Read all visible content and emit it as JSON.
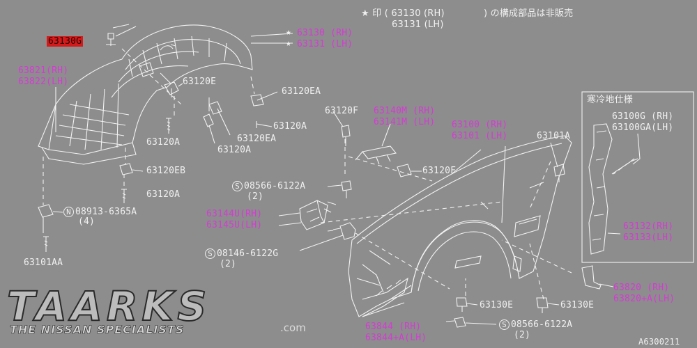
{
  "header_note": {
    "line1": "★ 印 ( 63130 (RH)",
    "line2": "63131 (LH)",
    "line1_tail": ") の構成部品は非販売"
  },
  "labels": {
    "p63130G": "63130G",
    "p63130": "63130 (RH)",
    "p63131": "63131 (LH)",
    "p63821": "63821(RH)",
    "p63822": "63822(LH)",
    "p63120E": "63120E",
    "p63120EA_1": "63120EA",
    "p63120F_1": "63120F",
    "p63140M": "63140M (RH)",
    "p63141M": "63141M (LH)",
    "p63120A_1": "63120A",
    "p63120A_2": "63120A",
    "p63120EA_2": "63120EA",
    "p63120A_3": "63120A",
    "p63100": "63100 (RH)",
    "p63101": "63101 (LH)",
    "p63101A": "63101A",
    "cold_spec": "寒冷地仕様",
    "p63100G": "63100G (RH)",
    "p63100GA": "63100GA(LH)",
    "p63120EB": "63120EB",
    "p63120F_2": "63120F",
    "p63120A_4": "63120A",
    "s08566_1": "08566-6122A",
    "s08566_1_qty": "(2)",
    "n08913": "08913-6365A",
    "n08913_qty": "(4)",
    "p63144U": "63144U(RH)",
    "p63145U": "63145U(LH)",
    "p63132": "63132(RH)",
    "p63133": "63133(LH)",
    "s08146": "08146-6122G",
    "s08146_qty": "(2)",
    "p63101AA": "63101AA",
    "p63820": "63820  (RH)",
    "p63820A": "63820+A(LH)",
    "p63130E_1": "63130E",
    "p63130E_2": "63130E",
    "p63844": "63844  (RH)",
    "p63844A": "63844+A(LH)",
    "s08566_2": "08566-6122A",
    "s08566_2_qty": "(2)",
    "diagram_id": "A6300211",
    "star": "★",
    "s_mark": "S",
    "n_mark": "N"
  },
  "logo": {
    "brand": "TAARKS",
    "tagline": "THE NISSAN SPECIALISTS",
    "domain": ".com"
  },
  "colors": {
    "background": "#8d8d8d",
    "line": "#f2f2f2",
    "part_number_highlight": "#d63ad6",
    "selected_part": "#d41a1a"
  }
}
